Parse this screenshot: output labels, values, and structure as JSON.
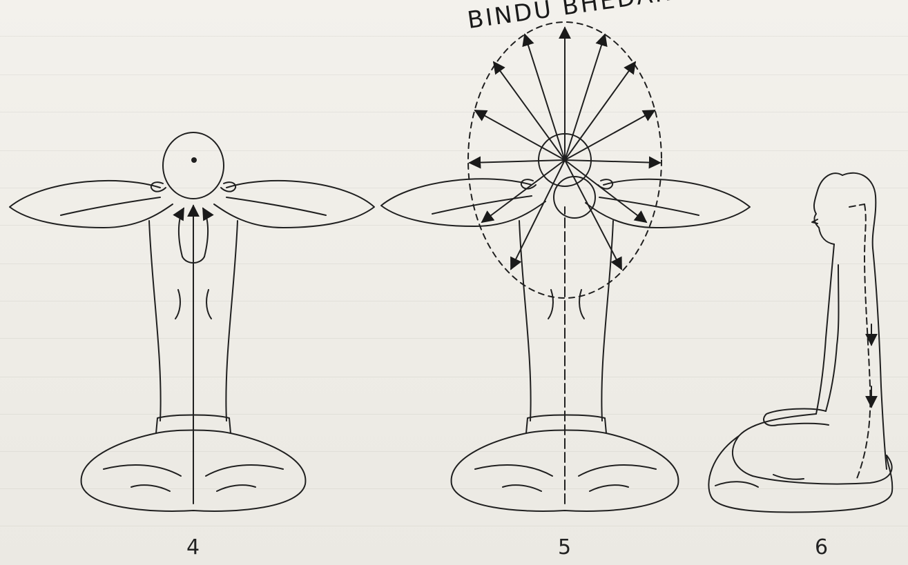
{
  "title": "BINDU BHEDAN",
  "figures": [
    {
      "number": "4"
    },
    {
      "number": "5"
    },
    {
      "number": "6"
    }
  ]
}
